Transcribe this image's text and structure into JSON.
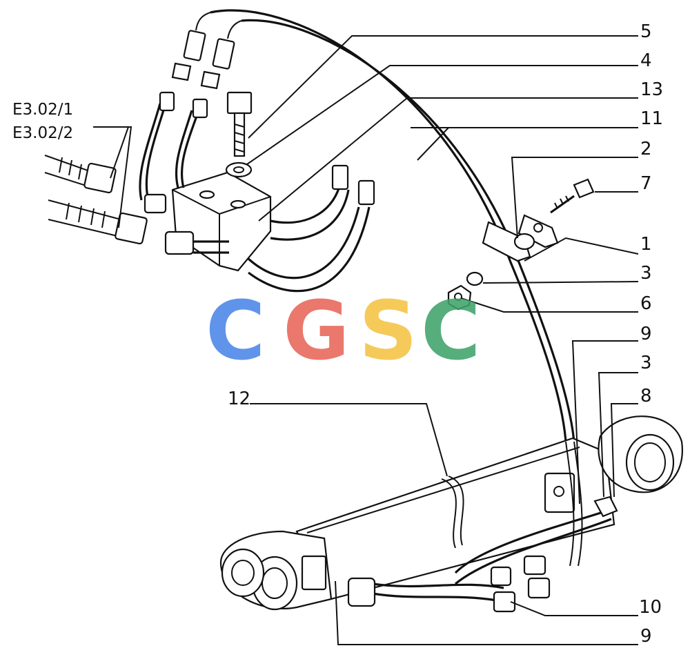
{
  "refs": [
    "E3.02/1",
    "E3.02/2"
  ],
  "callouts": {
    "c5": "5",
    "c4": "4",
    "c13": "13",
    "c11": "11",
    "c2": "2",
    "c7": "7",
    "c1": "1",
    "c3a": "3",
    "c6": "6",
    "c9a": "9",
    "c3b": "3",
    "c8": "8",
    "c12": "12",
    "c10": "10",
    "c9b": "9"
  },
  "watermark": {
    "letters": [
      "C",
      "G",
      "S",
      "C"
    ],
    "colors": [
      "#4a86e8",
      "#e8665a",
      "#f4c343",
      "#3fa36b"
    ]
  }
}
